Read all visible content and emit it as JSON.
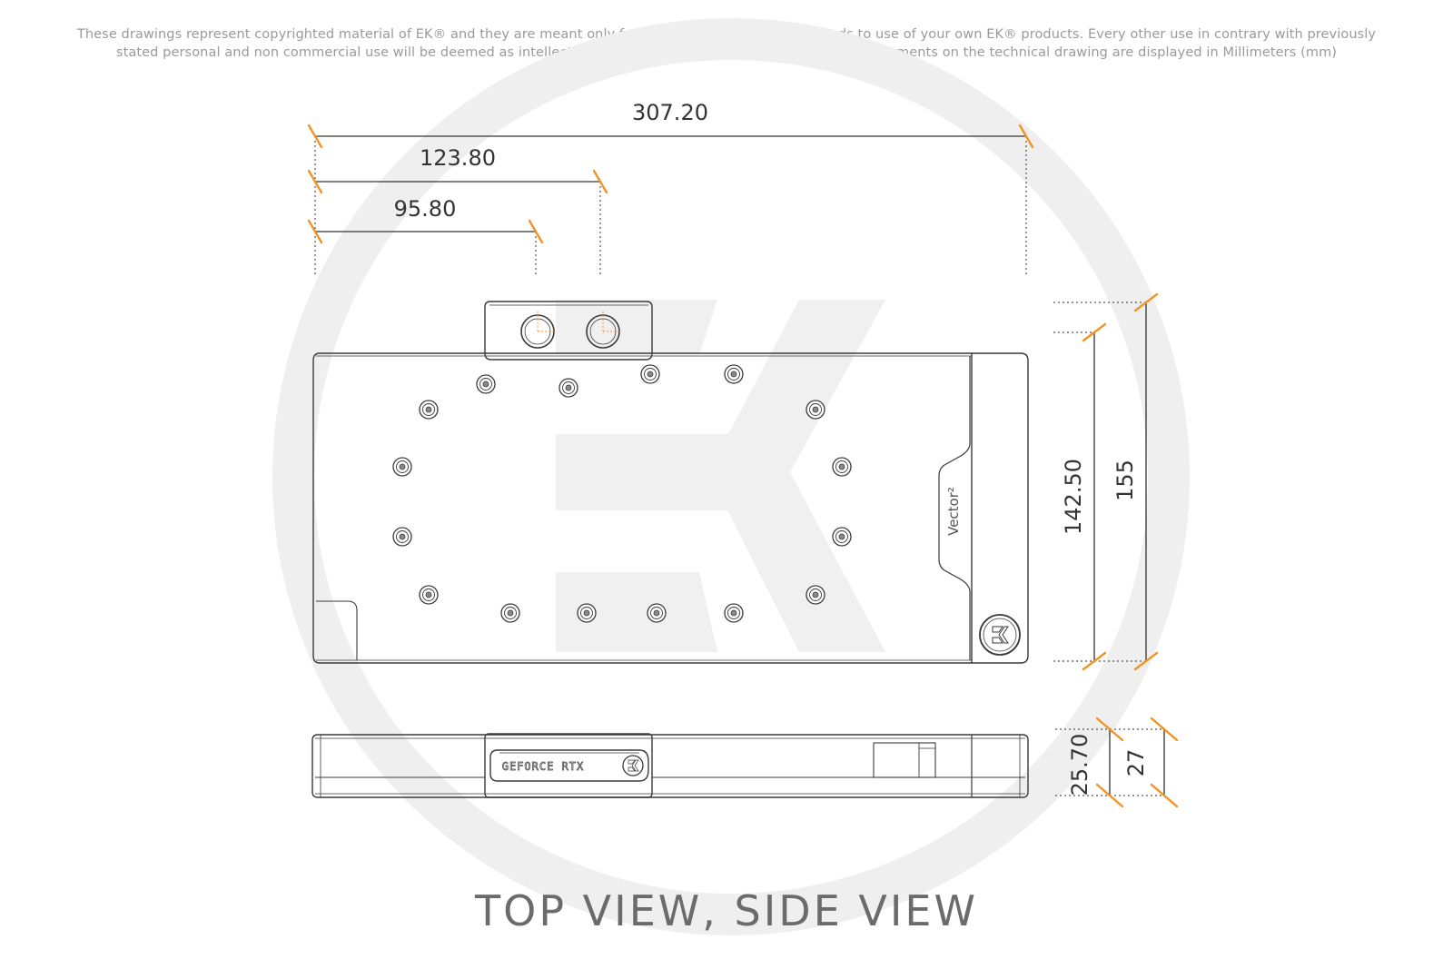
{
  "disclaimer": {
    "line1": "These drawings represent copyrighted material of EK® and they are meant only for your personal use, with regards to use of  your own EK® products. Every other use in contrary with previously",
    "line2": "stated personal and non commercial use will be deemed as intellectual property rights infringement.All the measurements on the technical drawing are displayed in Millimeters (mm)"
  },
  "dimensions": {
    "overall_length": "307.20",
    "port_center_2": "123.80",
    "port_center_1": "95.80",
    "body_width": "142.50",
    "total_width": "155",
    "body_height": "25.70",
    "total_height": "27"
  },
  "labels": {
    "vector_logo": "Vector²",
    "geforce_badge": "GEFORCE RTX",
    "ek_badge": "EK"
  },
  "view_title": "TOP VIEW, SIDE VIEW",
  "colors": {
    "dimension_tick": "#f39323",
    "outline": "#3a3a3a",
    "watermark": "#eeeeee",
    "dim_line": "#333333"
  },
  "icons": [
    "ek-watermark-icon",
    "ek-logo-icon",
    "screw-icon",
    "port-icon"
  ]
}
